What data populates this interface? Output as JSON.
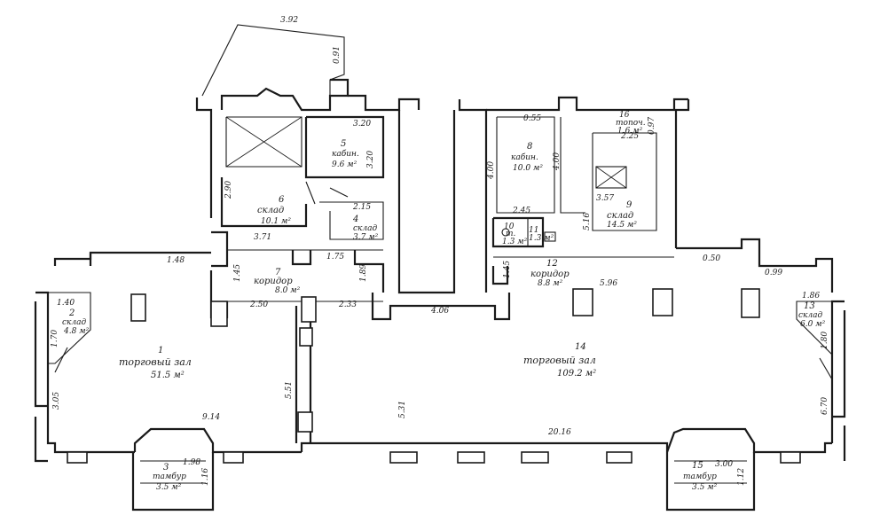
{
  "outer_dims": {
    "top_left": "3.92",
    "side_small": "0.91",
    "right_small": "0.97",
    "upper_right_a": "0.55",
    "upper_left_b": "3.20",
    "bottom_total": "20.16",
    "width_4": "4.06",
    "width_5": "5.96",
    "hall1_w": "9.14",
    "hall1_h": "5.51",
    "hall14_h": "5.31",
    "left_edge": "3.05",
    "right_edge": "6.70",
    "dim_148": "1.48",
    "dim_050": "0.50",
    "dim_099": "0.99"
  },
  "rooms": [
    {
      "num": "1",
      "name": "торговый зал",
      "area": "51.5 м²"
    },
    {
      "num": "2",
      "name": "склад",
      "area": "4.8 м²"
    },
    {
      "num": "3",
      "name": "тамбур",
      "area": "3.5 м²"
    },
    {
      "num": "4",
      "name": "склад",
      "area": "3.7 м²"
    },
    {
      "num": "5",
      "name": "кабин.",
      "area": "9.6 м²"
    },
    {
      "num": "6",
      "name": "склад",
      "area": "10.1 м²"
    },
    {
      "num": "7",
      "name": "коридор",
      "area": "8.0 м²"
    },
    {
      "num": "8",
      "name": "кабин.",
      "area": "10.0 м²"
    },
    {
      "num": "9",
      "name": "склад",
      "area": "14.5 м²"
    },
    {
      "num": "10",
      "name": "т.",
      "area": "1.3 м²"
    },
    {
      "num": "11",
      "name": "",
      "area": "1.3 м²"
    },
    {
      "num": "12",
      "name": "коридор",
      "area": "8.8 м²"
    },
    {
      "num": "13",
      "name": "склад",
      "area": "6.0 м²"
    },
    {
      "num": "14",
      "name": "торговый зал",
      "area": "109.2 м²"
    },
    {
      "num": "15",
      "name": "тамбур",
      "area": "3.5 м²"
    },
    {
      "num": "16",
      "name": "топоч.",
      "area": "1.6 м²"
    }
  ],
  "inner_dims": {
    "r5_w": "3.20",
    "r6_h": "2.90",
    "r4_a": "2.15",
    "r4_b": "1.75",
    "r6_b": "3.71",
    "r7_a": "1.45",
    "r7_b": "1.89",
    "r7_c": "2.50",
    "r7_d": "2.33",
    "r8_h": "4.00",
    "r8_a": "2.45",
    "r8_b": "4.00",
    "r9_w": "3.57",
    "r9_h": "5.16",
    "r12_a": "1.45",
    "r16_a": "2.25",
    "r2_a": "1.40",
    "r2_b": "1.70",
    "r13_a": "1.86",
    "r13_b": "1.80",
    "r3_a": "1.98",
    "r3_b": "1.16",
    "r15_a": "3.00",
    "r15_b": "1.12"
  }
}
